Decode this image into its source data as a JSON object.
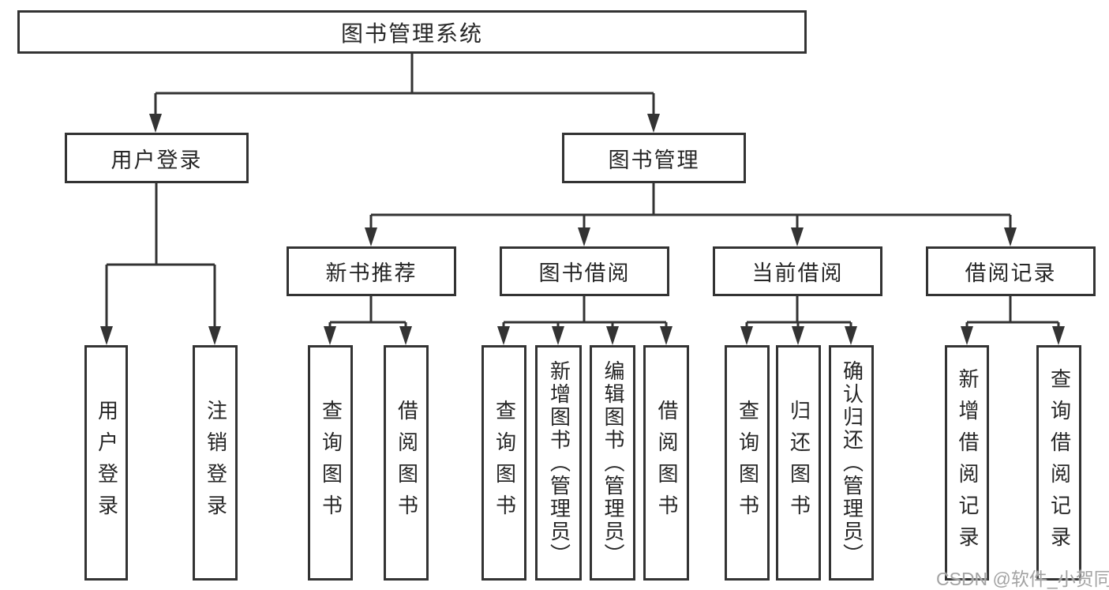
{
  "root": {
    "label": "图书管理系统"
  },
  "level2": [
    {
      "label": "用户登录",
      "children": [
        {
          "label": "用户登录"
        },
        {
          "label": "注销登录"
        }
      ]
    },
    {
      "label": "图书管理",
      "subgroups": [
        {
          "label": "新书推荐",
          "children": [
            {
              "label": "查询图书"
            },
            {
              "label": "借阅图书"
            }
          ]
        },
        {
          "label": "图书借阅",
          "children": [
            {
              "label": "查询图书"
            },
            {
              "label": "新增图书（管理员）"
            },
            {
              "label": "编辑图书（管理员）"
            },
            {
              "label": "借阅图书"
            }
          ]
        },
        {
          "label": "当前借阅",
          "children": [
            {
              "label": "查询图书"
            },
            {
              "label": "归还图书"
            },
            {
              "label": "确认归还（管理员）"
            }
          ]
        },
        {
          "label": "借阅记录",
          "children": [
            {
              "label": "新增借阅记录"
            },
            {
              "label": "查询借阅记录"
            }
          ]
        }
      ]
    }
  ],
  "watermark": "CSDN @软件_小贺同学",
  "colors": {
    "line": "#333333",
    "box_fill": "#ffffff",
    "text": "#262626",
    "watermark": "#a3a3a3"
  }
}
